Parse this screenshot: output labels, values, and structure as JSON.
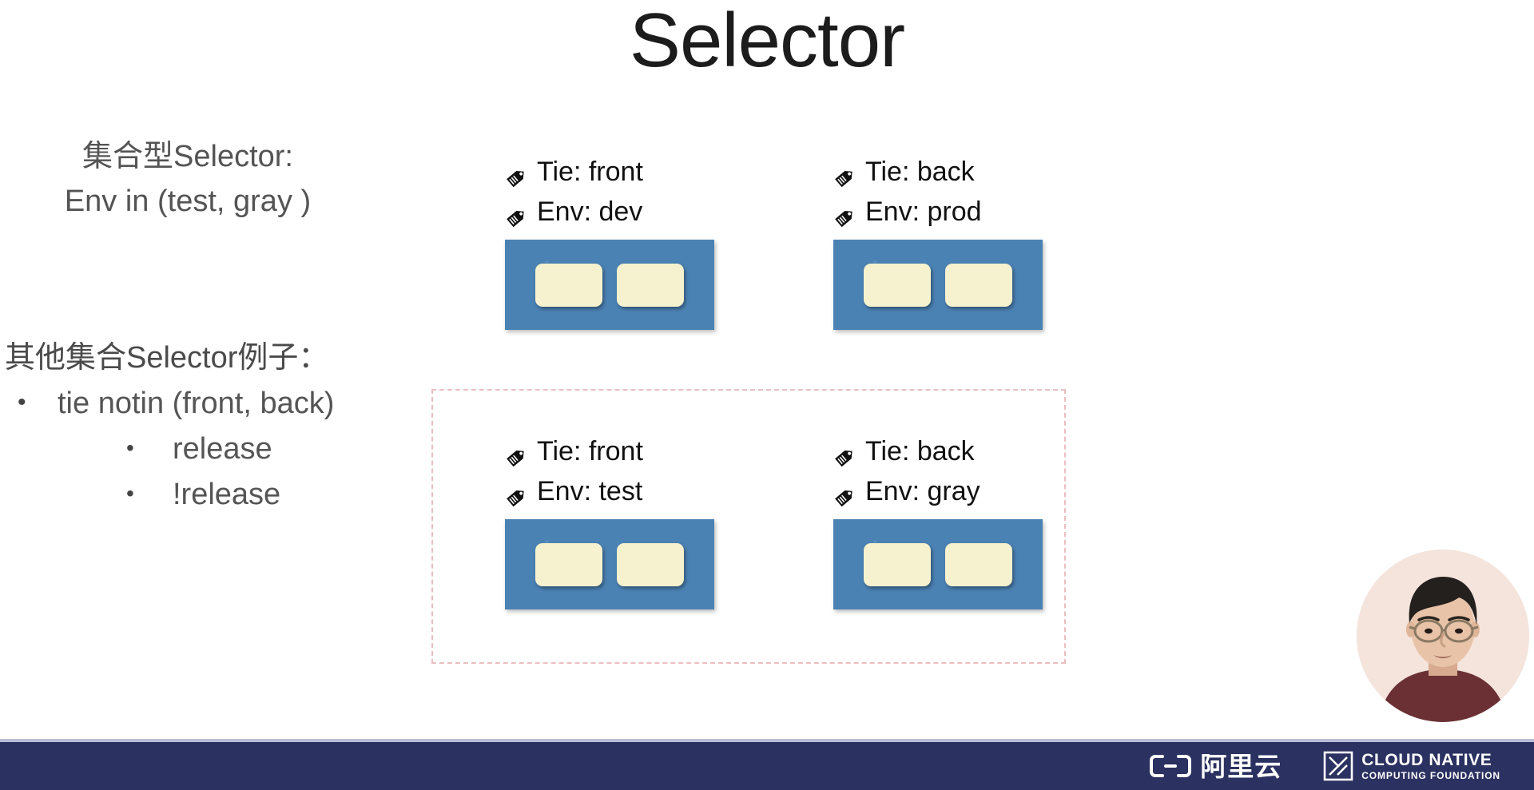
{
  "slide": {
    "title": "Selector",
    "background_color": "#ffffff"
  },
  "left_column": {
    "set_selector": {
      "line1": "集合型Selector:",
      "line2": "Env in (test, gray )"
    },
    "other_examples": {
      "heading": "其他集合Selector例子：",
      "bullets": [
        {
          "label": "tie notin (front, back)"
        }
      ],
      "sub_bullets": [
        {
          "label": "release"
        },
        {
          "label": "!release"
        }
      ]
    }
  },
  "pods": [
    {
      "id": "pod-front-dev",
      "icon": "tag-icon",
      "labels": [
        "Tie: front",
        "Env: dev"
      ],
      "node_color": "#4b82b4",
      "container_color": "#f6f1ce",
      "container_count": 2,
      "in_highlight": false
    },
    {
      "id": "pod-back-prod",
      "icon": "tag-icon",
      "labels": [
        "Tie: back",
        "Env: prod"
      ],
      "node_color": "#4b82b4",
      "container_color": "#f6f1ce",
      "container_count": 2,
      "in_highlight": false
    },
    {
      "id": "pod-front-test",
      "icon": "tag-icon",
      "labels": [
        "Tie: front",
        "Env: test"
      ],
      "node_color": "#4b82b4",
      "container_color": "#f6f1ce",
      "container_count": 2,
      "in_highlight": true
    },
    {
      "id": "pod-back-gray",
      "icon": "tag-icon",
      "labels": [
        "Tie: back",
        "Env: gray"
      ],
      "node_color": "#4b82b4",
      "container_color": "#f6f1ce",
      "container_count": 2,
      "in_highlight": true
    }
  ],
  "highlight_region": {
    "name": "selected-pods-region",
    "border_style": "dashed",
    "border_color": "#e8bfc2"
  },
  "webcam": {
    "name": "presenter-webcam",
    "shape": "circle",
    "background_color": "#f3e2da"
  },
  "footer": {
    "background_color": "#2b3160",
    "top_border_color": "#b9bdd6",
    "logos": [
      {
        "name": "aliyun-logo",
        "text": "阿里云",
        "mark": "(-)"
      },
      {
        "name": "cncf-logo",
        "line1": "CLOUD NATIVE",
        "line2": "COMPUTING FOUNDATION"
      }
    ]
  }
}
